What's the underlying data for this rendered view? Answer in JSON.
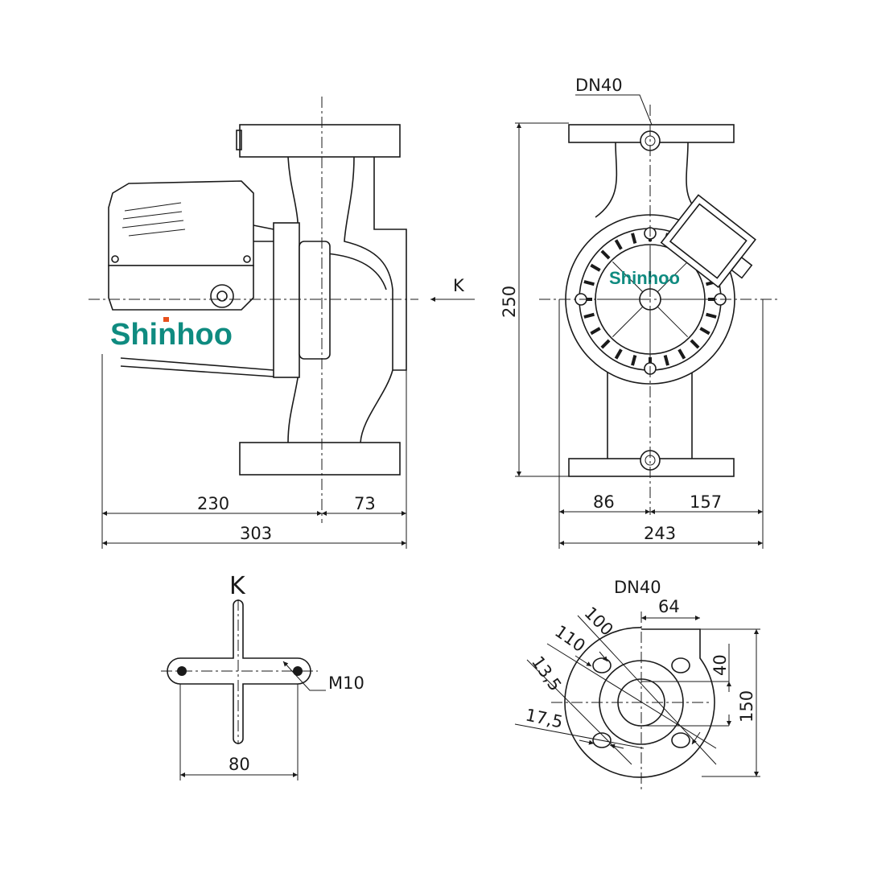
{
  "brand": {
    "logo_text": "Shinhoo",
    "logo_color": "#0f8b80",
    "logo_dot_color": "#e8501c"
  },
  "side_view": {
    "dim_left": "230",
    "dim_right": "73",
    "dim_total": "303",
    "view_label": "K"
  },
  "front_view": {
    "flange_label": "DN40",
    "dim_height": "250",
    "dim_left": "86",
    "dim_right": "157",
    "dim_total": "243"
  },
  "base_view": {
    "view_label": "K",
    "bolt_label": "M10",
    "dim_spacing": "80"
  },
  "flange_detail": {
    "title": "DN40",
    "dim_64": "64",
    "dim_100": "100",
    "dim_110": "110",
    "dim_13_5": "13,5",
    "dim_17_5": "17,5",
    "dim_40": "40",
    "dim_150": "150"
  }
}
